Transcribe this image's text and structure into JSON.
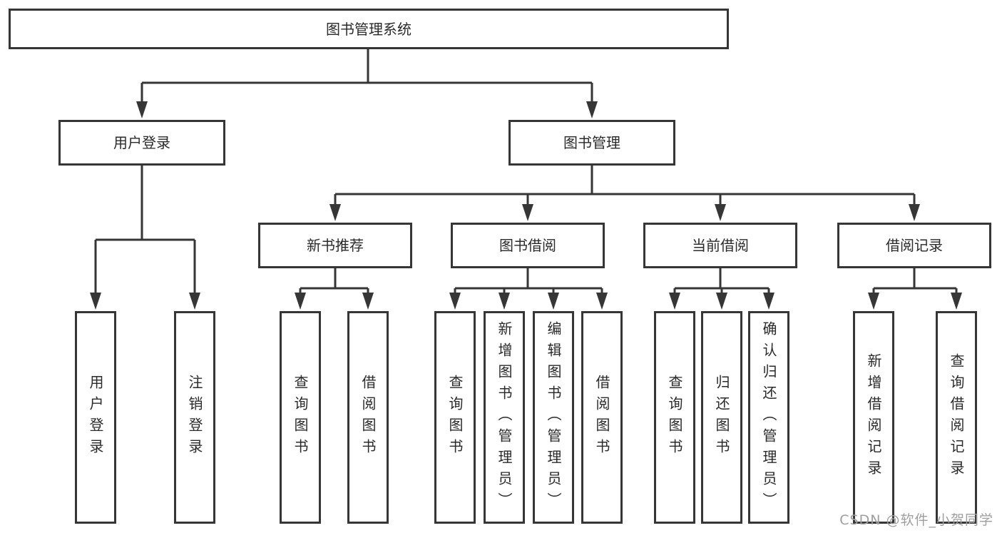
{
  "diagram": {
    "root": {
      "label": "图书管理系统"
    },
    "level2": [
      {
        "label": "用户登录"
      },
      {
        "label": "图书管理"
      }
    ],
    "level3": [
      {
        "label": "新书推荐"
      },
      {
        "label": "图书借阅"
      },
      {
        "label": "当前借阅"
      },
      {
        "label": "借阅记录"
      }
    ],
    "leaves": {
      "user_login": [
        "用户登录",
        "注销登录"
      ],
      "new_book": [
        "查询图书",
        "借阅图书"
      ],
      "book_borrow": [
        "查询图书",
        "新增图书（管理员）",
        "编辑图书（管理员）",
        "借阅图书"
      ],
      "current_borrow": [
        "查询图书",
        "归还图书",
        "确认归还（管理员）"
      ],
      "borrow_record": [
        "新增借阅记录",
        "查询借阅记录"
      ]
    },
    "watermark": "CSDN @软件_小贺同学",
    "colors": {
      "line": "#363636",
      "box_border": "#363636",
      "box_bg": "#ffffff",
      "text": "#2a2a2a",
      "watermark": "#9e9e9e",
      "background": "#ffffff"
    }
  }
}
